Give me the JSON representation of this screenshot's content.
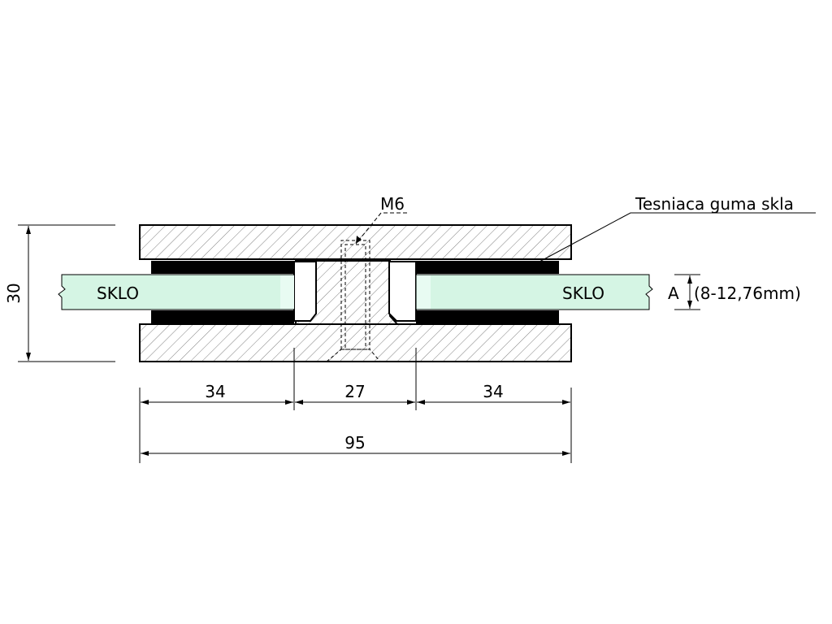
{
  "labels": {
    "thread": "M6",
    "gasket": "Tesniaca guma skla",
    "glass_left": "SKLO",
    "glass_right": "SKLO",
    "thickness_symbol": "A",
    "thickness_range": "(8-12,76mm)"
  },
  "dimensions": {
    "height": "30",
    "left_width": "34",
    "middle_width": "27",
    "right_width": "34",
    "total_width": "95"
  },
  "colors": {
    "glass": "#d5f5e4",
    "glass_light": "#e8fbf2",
    "gasket": "#000000",
    "hatch": "#808080",
    "line": "#000000"
  }
}
